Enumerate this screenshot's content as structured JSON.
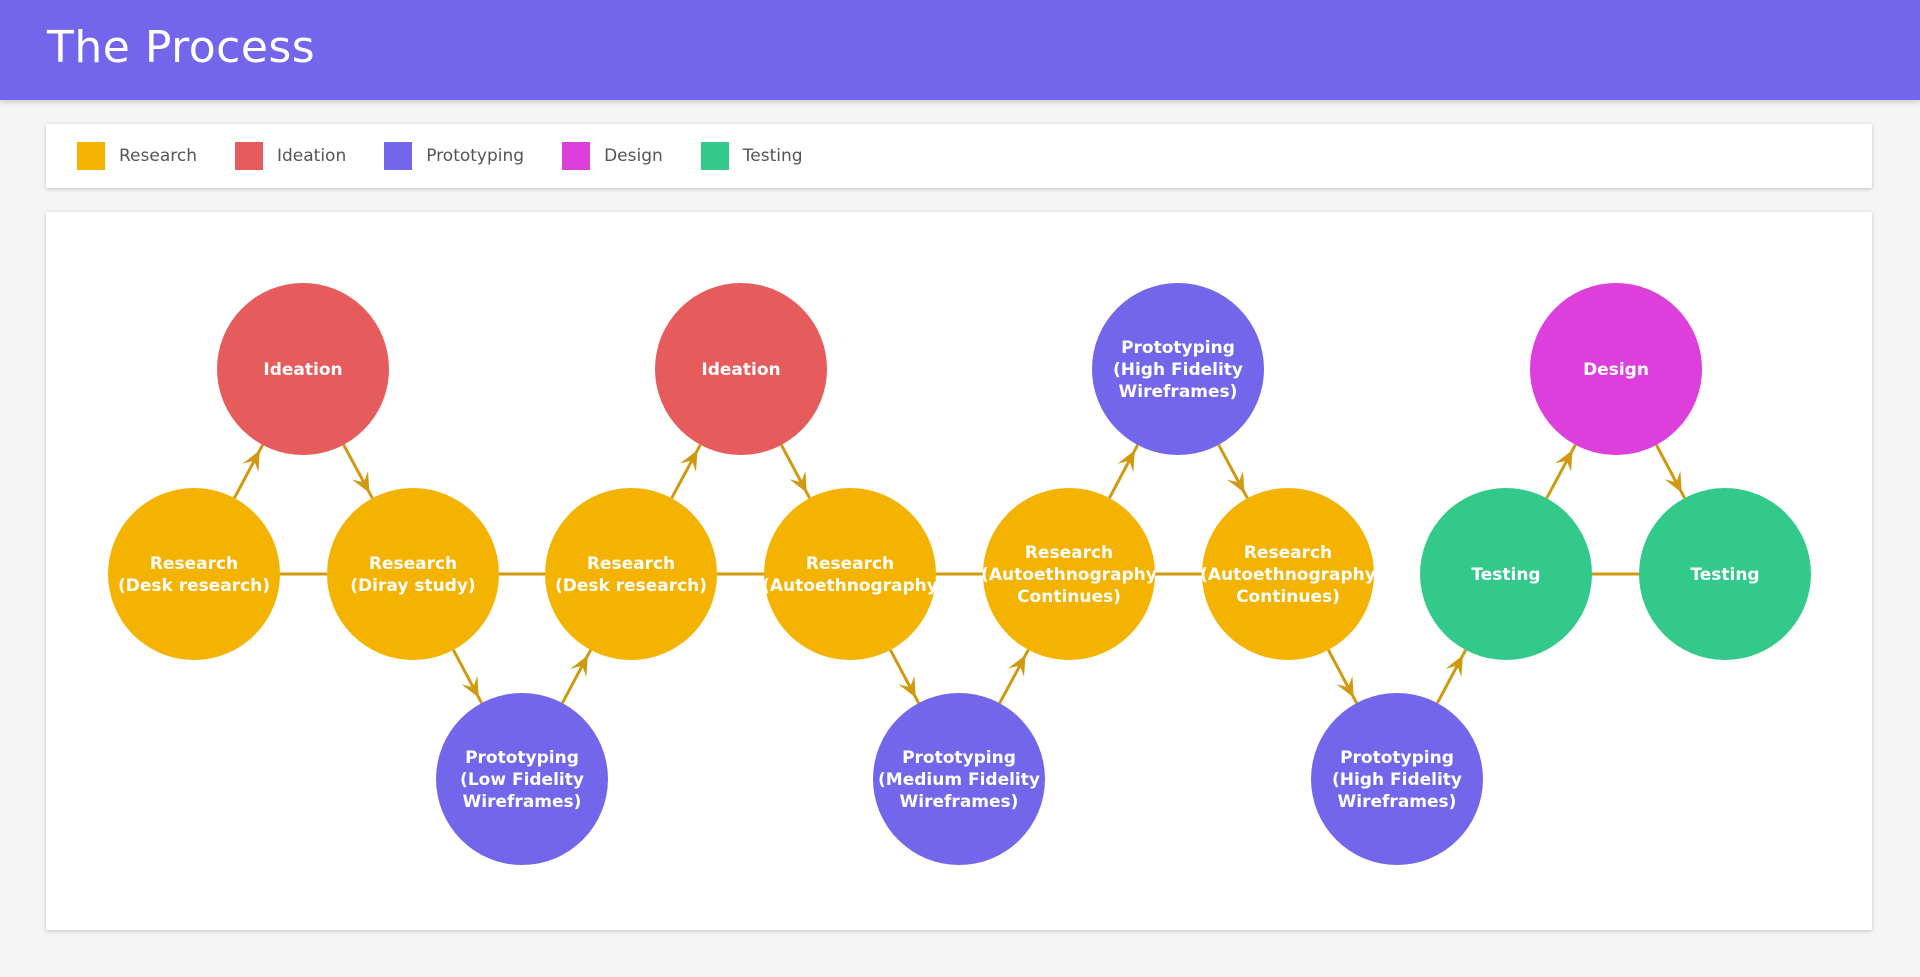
{
  "header": {
    "title": "The Process"
  },
  "legend": {
    "items": [
      {
        "label": "Research",
        "color": "#f5b301"
      },
      {
        "label": "Ideation",
        "color": "#e65c5c"
      },
      {
        "label": "Prototyping",
        "color": "#7366ea"
      },
      {
        "label": "Design",
        "color": "#dd3fdd"
      },
      {
        "label": "Testing",
        "color": "#33c98b"
      }
    ]
  },
  "diagram": {
    "edge_color": "#cf9a10",
    "nodes": [
      {
        "id": "r1",
        "category": "Research",
        "lines": [
          "Research",
          "(Desk research)"
        ]
      },
      {
        "id": "i1",
        "category": "Ideation",
        "lines": [
          "Ideation"
        ]
      },
      {
        "id": "r2",
        "category": "Research",
        "lines": [
          "Research",
          "(Diray study)"
        ]
      },
      {
        "id": "p1",
        "category": "Prototyping",
        "lines": [
          "Prototyping",
          "(Low Fidelity",
          "Wireframes)"
        ]
      },
      {
        "id": "r3",
        "category": "Research",
        "lines": [
          "Research",
          "(Desk research)"
        ]
      },
      {
        "id": "i2",
        "category": "Ideation",
        "lines": [
          "Ideation"
        ]
      },
      {
        "id": "r4",
        "category": "Research",
        "lines": [
          "Research",
          "(Autoethnography"
        ]
      },
      {
        "id": "p2",
        "category": "Prototyping",
        "lines": [
          "Prototyping",
          "(Medium Fidelity",
          "Wireframes)"
        ]
      },
      {
        "id": "r5",
        "category": "Research",
        "lines": [
          "Research",
          "(Autoethnography",
          "Continues)"
        ]
      },
      {
        "id": "p3",
        "category": "Prototyping",
        "lines": [
          "Prototyping",
          "(High Fidelity",
          "Wireframes)"
        ]
      },
      {
        "id": "r6",
        "category": "Research",
        "lines": [
          "Research",
          "(Autoethnography",
          "Continues)"
        ]
      },
      {
        "id": "p4",
        "category": "Prototyping",
        "lines": [
          "Prototyping",
          "(High Fidelity",
          "Wireframes)"
        ]
      },
      {
        "id": "t1",
        "category": "Testing",
        "lines": [
          "Testing"
        ]
      },
      {
        "id": "d1",
        "category": "Design",
        "lines": [
          "Design"
        ]
      },
      {
        "id": "t2",
        "category": "Testing",
        "lines": [
          "Testing"
        ]
      }
    ],
    "edges": [
      {
        "from": "r1",
        "to": "r2",
        "arrow": false
      },
      {
        "from": "r2",
        "to": "r3",
        "arrow": false
      },
      {
        "from": "r3",
        "to": "r4",
        "arrow": false
      },
      {
        "from": "r4",
        "to": "r5",
        "arrow": false
      },
      {
        "from": "r5",
        "to": "r6",
        "arrow": false
      },
      {
        "from": "t1",
        "to": "t2",
        "arrow": false
      },
      {
        "from": "r1",
        "to": "i1",
        "arrow": true
      },
      {
        "from": "i1",
        "to": "r2",
        "arrow": true
      },
      {
        "from": "r2",
        "to": "p1",
        "arrow": true
      },
      {
        "from": "p1",
        "to": "r3",
        "arrow": true
      },
      {
        "from": "r3",
        "to": "i2",
        "arrow": true
      },
      {
        "from": "i2",
        "to": "r4",
        "arrow": true
      },
      {
        "from": "r4",
        "to": "p2",
        "arrow": true
      },
      {
        "from": "p2",
        "to": "r5",
        "arrow": true
      },
      {
        "from": "r5",
        "to": "p3",
        "arrow": true
      },
      {
        "from": "p3",
        "to": "r6",
        "arrow": true
      },
      {
        "from": "r6",
        "to": "p4",
        "arrow": true
      },
      {
        "from": "p4",
        "to": "t1",
        "arrow": true
      },
      {
        "from": "t1",
        "to": "d1",
        "arrow": true
      },
      {
        "from": "d1",
        "to": "t2",
        "arrow": true
      }
    ]
  }
}
